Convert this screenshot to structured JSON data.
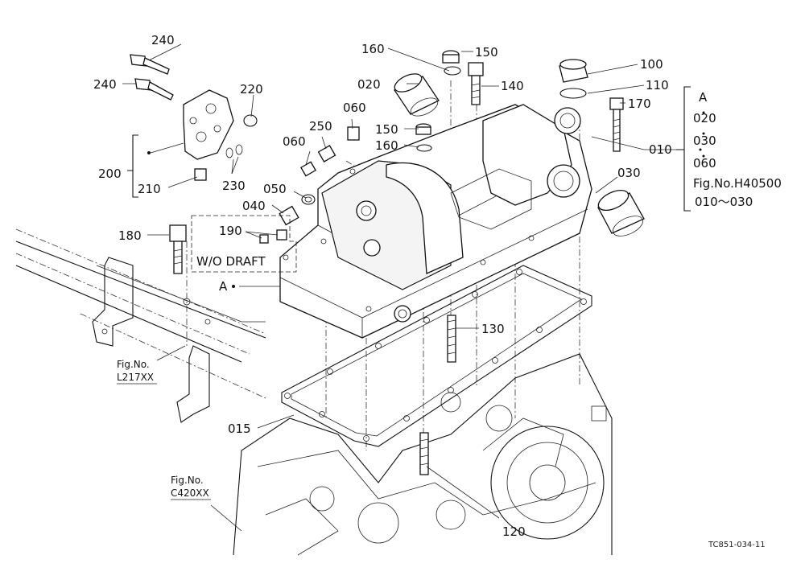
{
  "callouts": {
    "p240a": "240",
    "p240b": "240",
    "p220": "220",
    "p200": "200",
    "p210": "210",
    "p230": "230",
    "p250": "250",
    "p060a": "060",
    "p060b": "060",
    "p050": "050",
    "p040": "040",
    "p160a": "160",
    "p160b": "160",
    "p150a": "150",
    "p150b": "150",
    "p020": "020",
    "p140": "140",
    "p100": "100",
    "p110": "110",
    "p170": "170",
    "p010": "010",
    "p030": "030",
    "p180": "180",
    "p190": "190",
    "pA": "A",
    "p130": "130",
    "p015": "015",
    "p120": "120"
  },
  "notes": {
    "wo_draft": "W/O DRAFT"
  },
  "kit_list": {
    "header": "A",
    "items": [
      "020",
      "030",
      "060"
    ],
    "fig_ref": "Fig.No.H40500",
    "fig_range": "010～030"
  },
  "figure_refs": {
    "ref1_label": "Fig.No.",
    "ref1_code": "L217XX",
    "ref2_label": "Fig.No.",
    "ref2_code": "C420XX"
  },
  "drawing_code": "TC851-034-11"
}
